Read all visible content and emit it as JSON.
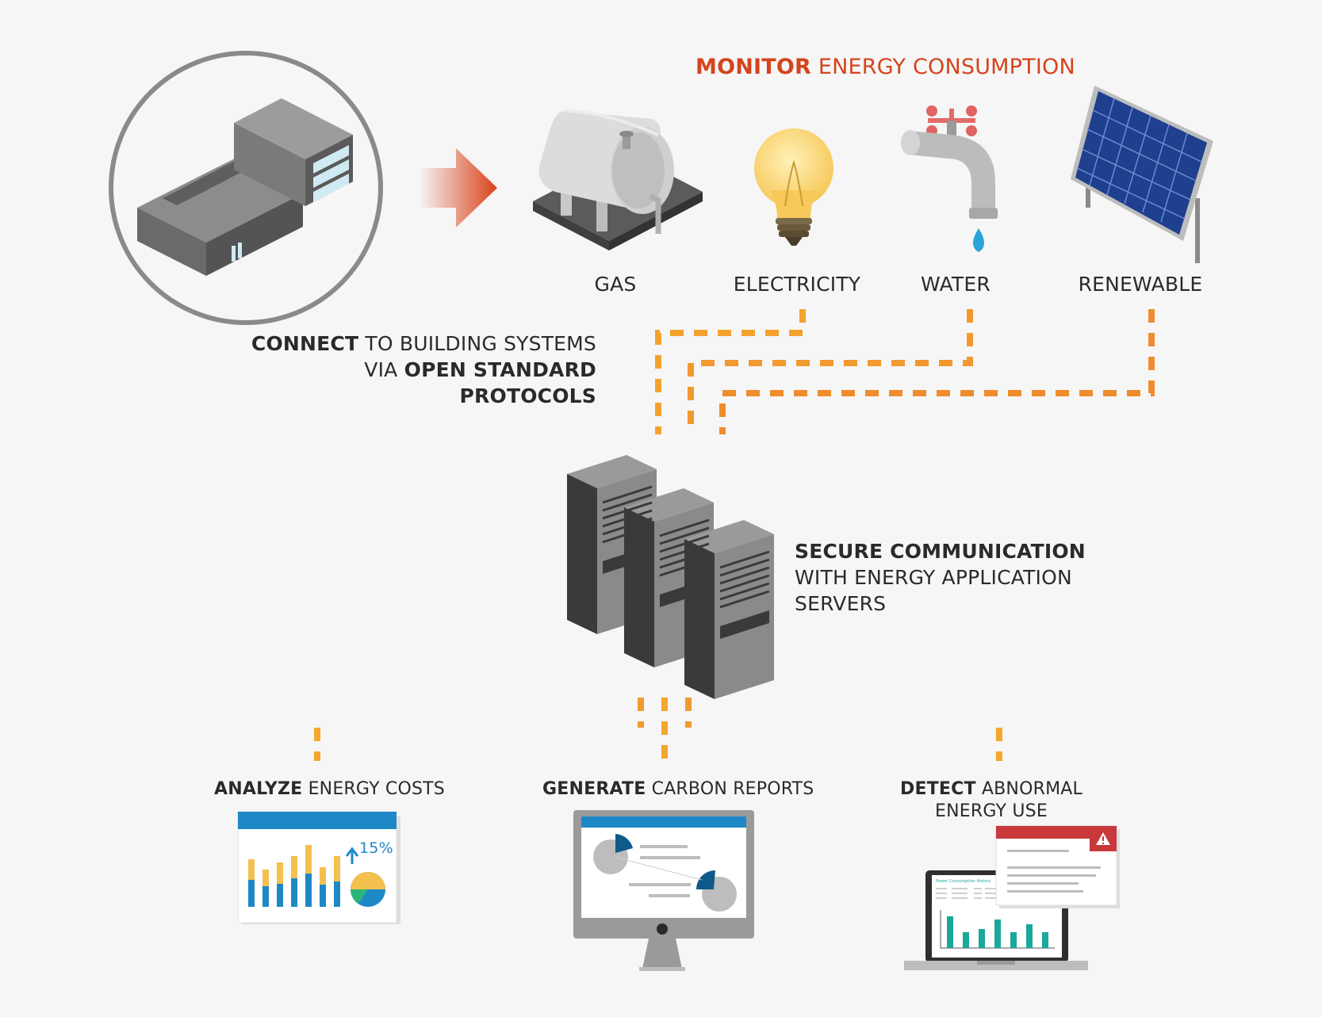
{
  "header": {
    "monitor_strong": "MONITOR",
    "monitor_rest": "ENERGY CONSUMPTION"
  },
  "sources": [
    {
      "label": "GAS",
      "icon": "gas-tank-icon"
    },
    {
      "label": "ELECTRICITY",
      "icon": "light-bulb-icon"
    },
    {
      "label": "WATER",
      "icon": "water-faucet-icon"
    },
    {
      "label": "RENEWABLE",
      "icon": "solar-panel-icon"
    }
  ],
  "connect": {
    "strong": "CONNECT",
    "rest1": "TO BUILDING SYSTEMS",
    "via": "VIA",
    "strong2": "OPEN STANDARD",
    "strong3": "PROTOCOLS"
  },
  "secure": {
    "strong": "SECURE COMMUNICATION",
    "line2": "WITH ENERGY APPLICATION",
    "line3": "SERVERS"
  },
  "outputs": {
    "analyze": {
      "strong": "ANALYZE",
      "rest": "ENERGY COSTS",
      "badge": "15%"
    },
    "generate": {
      "strong": "GENERATE",
      "rest": "CARBON REPORTS"
    },
    "detect": {
      "strong": "DETECT",
      "rest": "ABNORMAL",
      "line2": "ENERGY USE",
      "chart_title": "Power Consumption History"
    }
  },
  "colors": {
    "accent": "#d5441c",
    "dash_yellow": "#f9dc2a",
    "dash_orange": "#f29a2e",
    "dash_red": "#e2442a",
    "chart_blue": "#1e88c7",
    "chart_teal": "#1aa89a",
    "alert_red": "#c8393b"
  }
}
